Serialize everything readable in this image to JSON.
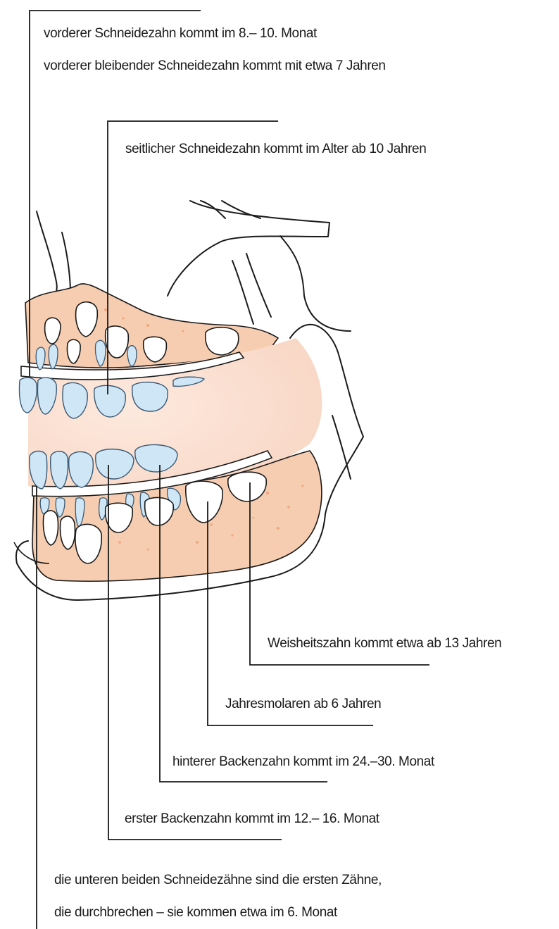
{
  "labels": {
    "front_incisor_line1": "vorderer Schneidezahn kommt im 8.– 10. Monat",
    "front_incisor_line2": "vorderer bleibender Schneidezahn kommt mit etwa 7 Jahren",
    "lateral_incisor": "seitlicher Schneidezahn kommt im Alter ab  10 Jahren",
    "wisdom_tooth": "Weisheitszahn kommt etwa ab 13 Jahren",
    "six_year_molar": "Jahresmolaren ab 6 Jahren",
    "rear_molar": "hinterer Backenzahn kommt im 24.–30. Monat",
    "first_molar": "erster Backenzahn kommt im 12.– 16. Monat",
    "lower_incisors_line1": "die unteren beiden Schneidezähne sind die ersten Zähne,",
    "lower_incisors_line2": "die durchbrechen – sie kommen etwa im 6. Monat"
  },
  "colors": {
    "line": "#1a1a1a",
    "bone": "#f6cdb0",
    "bone_dots": "#eea77f",
    "gum": "#fbe6da",
    "primary_tooth": "#cfe6f6",
    "primary_tooth_stroke": "#3a5a74",
    "permanent_tooth": "#ffffff"
  }
}
